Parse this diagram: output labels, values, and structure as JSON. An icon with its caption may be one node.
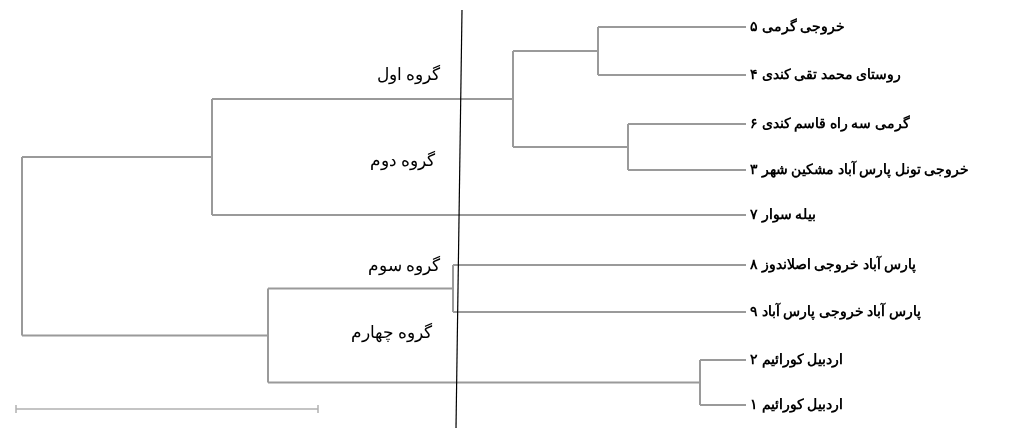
{
  "diagram": {
    "nodes": [
      {
        "text": [
          "خروجی گرمی ۵"
        ]
      },
      {
        "text": [
          "روستای محمد تقی کندی ۴"
        ]
      },
      {
        "text": [
          "گرمی سه راه قاسم کندی ۶"
        ]
      },
      {
        "text": [
          "خروجی تونل پارس آباد مشکین شهر ۳"
        ]
      },
      {
        "text": [
          "بیله سوار ۷"
        ]
      },
      {
        "text": [
          "پارس آباد خروجی اصلاندوز ۸"
        ]
      },
      {
        "text": [
          "پارس آباد خروجی پارس آباد ۹"
        ]
      },
      {
        "text": [
          "اردبیل کورائیم ۲"
        ]
      },
      {
        "text": [
          "اردبیل کورائیم ۱"
        ]
      },
      {
        "text": [],
        "shape": "bar"
      },
      {
        "text": [],
        "shape": "bar"
      },
      {
        "text": [],
        "shape": "bar"
      },
      {
        "text": [],
        "shape": "bar"
      },
      {
        "text": [],
        "shape": "bar"
      },
      {
        "text": [],
        "shape": "bar"
      },
      {
        "text": [],
        "shape": "bar"
      },
      {
        "text": [],
        "shape": "bar"
      }
    ],
    "edges": [
      {
        "from": 16,
        "to": 12,
        "arrow": "none"
      },
      {
        "from": 16,
        "to": 15,
        "arrow": "none"
      },
      {
        "from": 12,
        "to": 11,
        "arrow": "none"
      },
      {
        "from": 12,
        "to": 4,
        "arrow": "none"
      },
      {
        "from": 11,
        "to": 9,
        "arrow": "none"
      },
      {
        "from": 11,
        "to": 10,
        "arrow": "none"
      },
      {
        "from": 9,
        "to": 0,
        "arrow": "none"
      },
      {
        "from": 9,
        "to": 1,
        "arrow": "none"
      },
      {
        "from": 10,
        "to": 2,
        "arrow": "none"
      },
      {
        "from": 10,
        "to": 3,
        "arrow": "none"
      },
      {
        "from": 15,
        "to": 13,
        "arrow": "none"
      },
      {
        "from": 15,
        "to": 14,
        "arrow": "none"
      },
      {
        "from": 13,
        "to": 5,
        "arrow": "none"
      },
      {
        "from": 13,
        "to": 6,
        "arrow": "none"
      },
      {
        "from": 14,
        "to": 7,
        "arrow": "none"
      },
      {
        "from": 14,
        "to": 8,
        "arrow": "none"
      }
    ],
    "labels": [
      "گروه اول",
      "گروه دوم",
      "گروه سوم",
      "گروه چهارم"
    ]
  }
}
